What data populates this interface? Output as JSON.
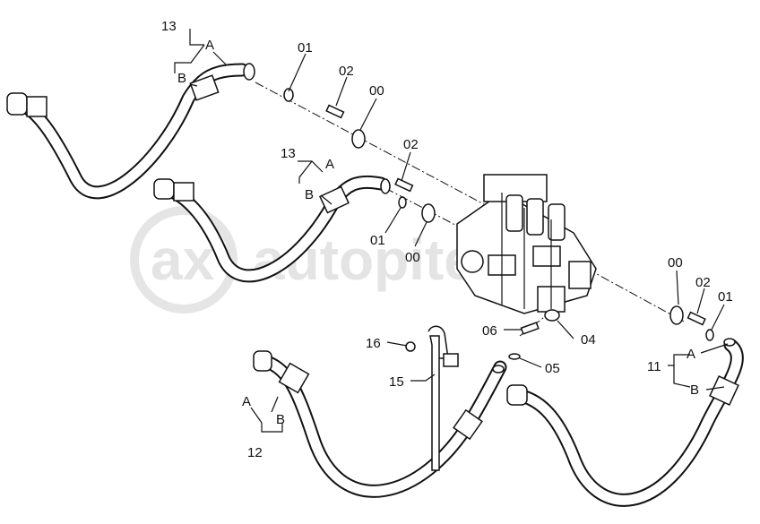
{
  "watermark": {
    "logo": "ax",
    "text": "autopiter.ru"
  },
  "labels": {
    "l13a": "13",
    "l13a_A": "A",
    "l13a_B": "B",
    "l01a": "01",
    "l02a": "02",
    "l00a": "00",
    "l13b": "13",
    "l13b_A": "A",
    "l13b_B": "B",
    "l02b": "02",
    "l01b": "01",
    "l00b": "00",
    "l00c": "00",
    "l02c": "02",
    "l01c": "01",
    "l06": "06",
    "l04": "04",
    "l05": "05",
    "l16": "16",
    "l15": "15",
    "l11": "11",
    "l11_A": "A",
    "l11_B": "B",
    "l12": "12",
    "l12_A": "A",
    "l12_B": "B"
  }
}
